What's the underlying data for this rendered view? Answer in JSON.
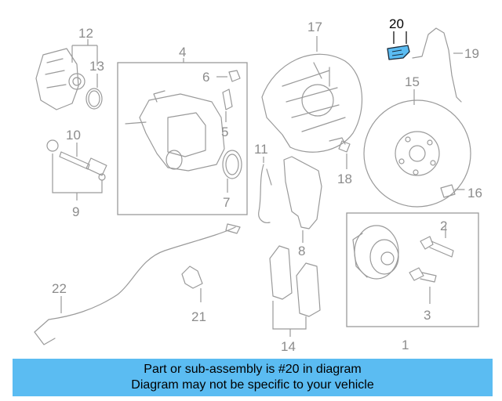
{
  "callouts": {
    "c1": "1",
    "c2": "2",
    "c3": "3",
    "c4": "4",
    "c5": "5",
    "c6": "6",
    "c7": "7",
    "c8": "8",
    "c9": "9",
    "c10": "10",
    "c11": "11",
    "c12": "12",
    "c13": "13",
    "c14": "14",
    "c15": "15",
    "c16": "16",
    "c17": "17",
    "c18": "18",
    "c19": "19",
    "c20": "20",
    "c21": "21",
    "c22": "22"
  },
  "highlight": {
    "part_number": "20",
    "color": "#5bbcf2"
  },
  "banner": {
    "line1": "Part or sub-assembly is #20 in diagram",
    "line2": "Diagram may not be specific to your vehicle",
    "background": "#5bbcf2"
  }
}
